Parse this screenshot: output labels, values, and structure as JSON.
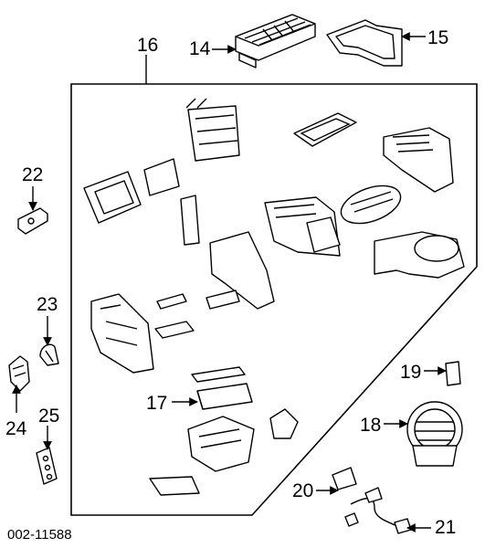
{
  "reference_code": "002-11588",
  "callouts": {
    "c14": "14",
    "c15": "15",
    "c16": "16",
    "c17": "17",
    "c18": "18",
    "c19": "19",
    "c20": "20",
    "c21": "21",
    "c22": "22",
    "c23": "23",
    "c24": "24",
    "c25": "25"
  }
}
